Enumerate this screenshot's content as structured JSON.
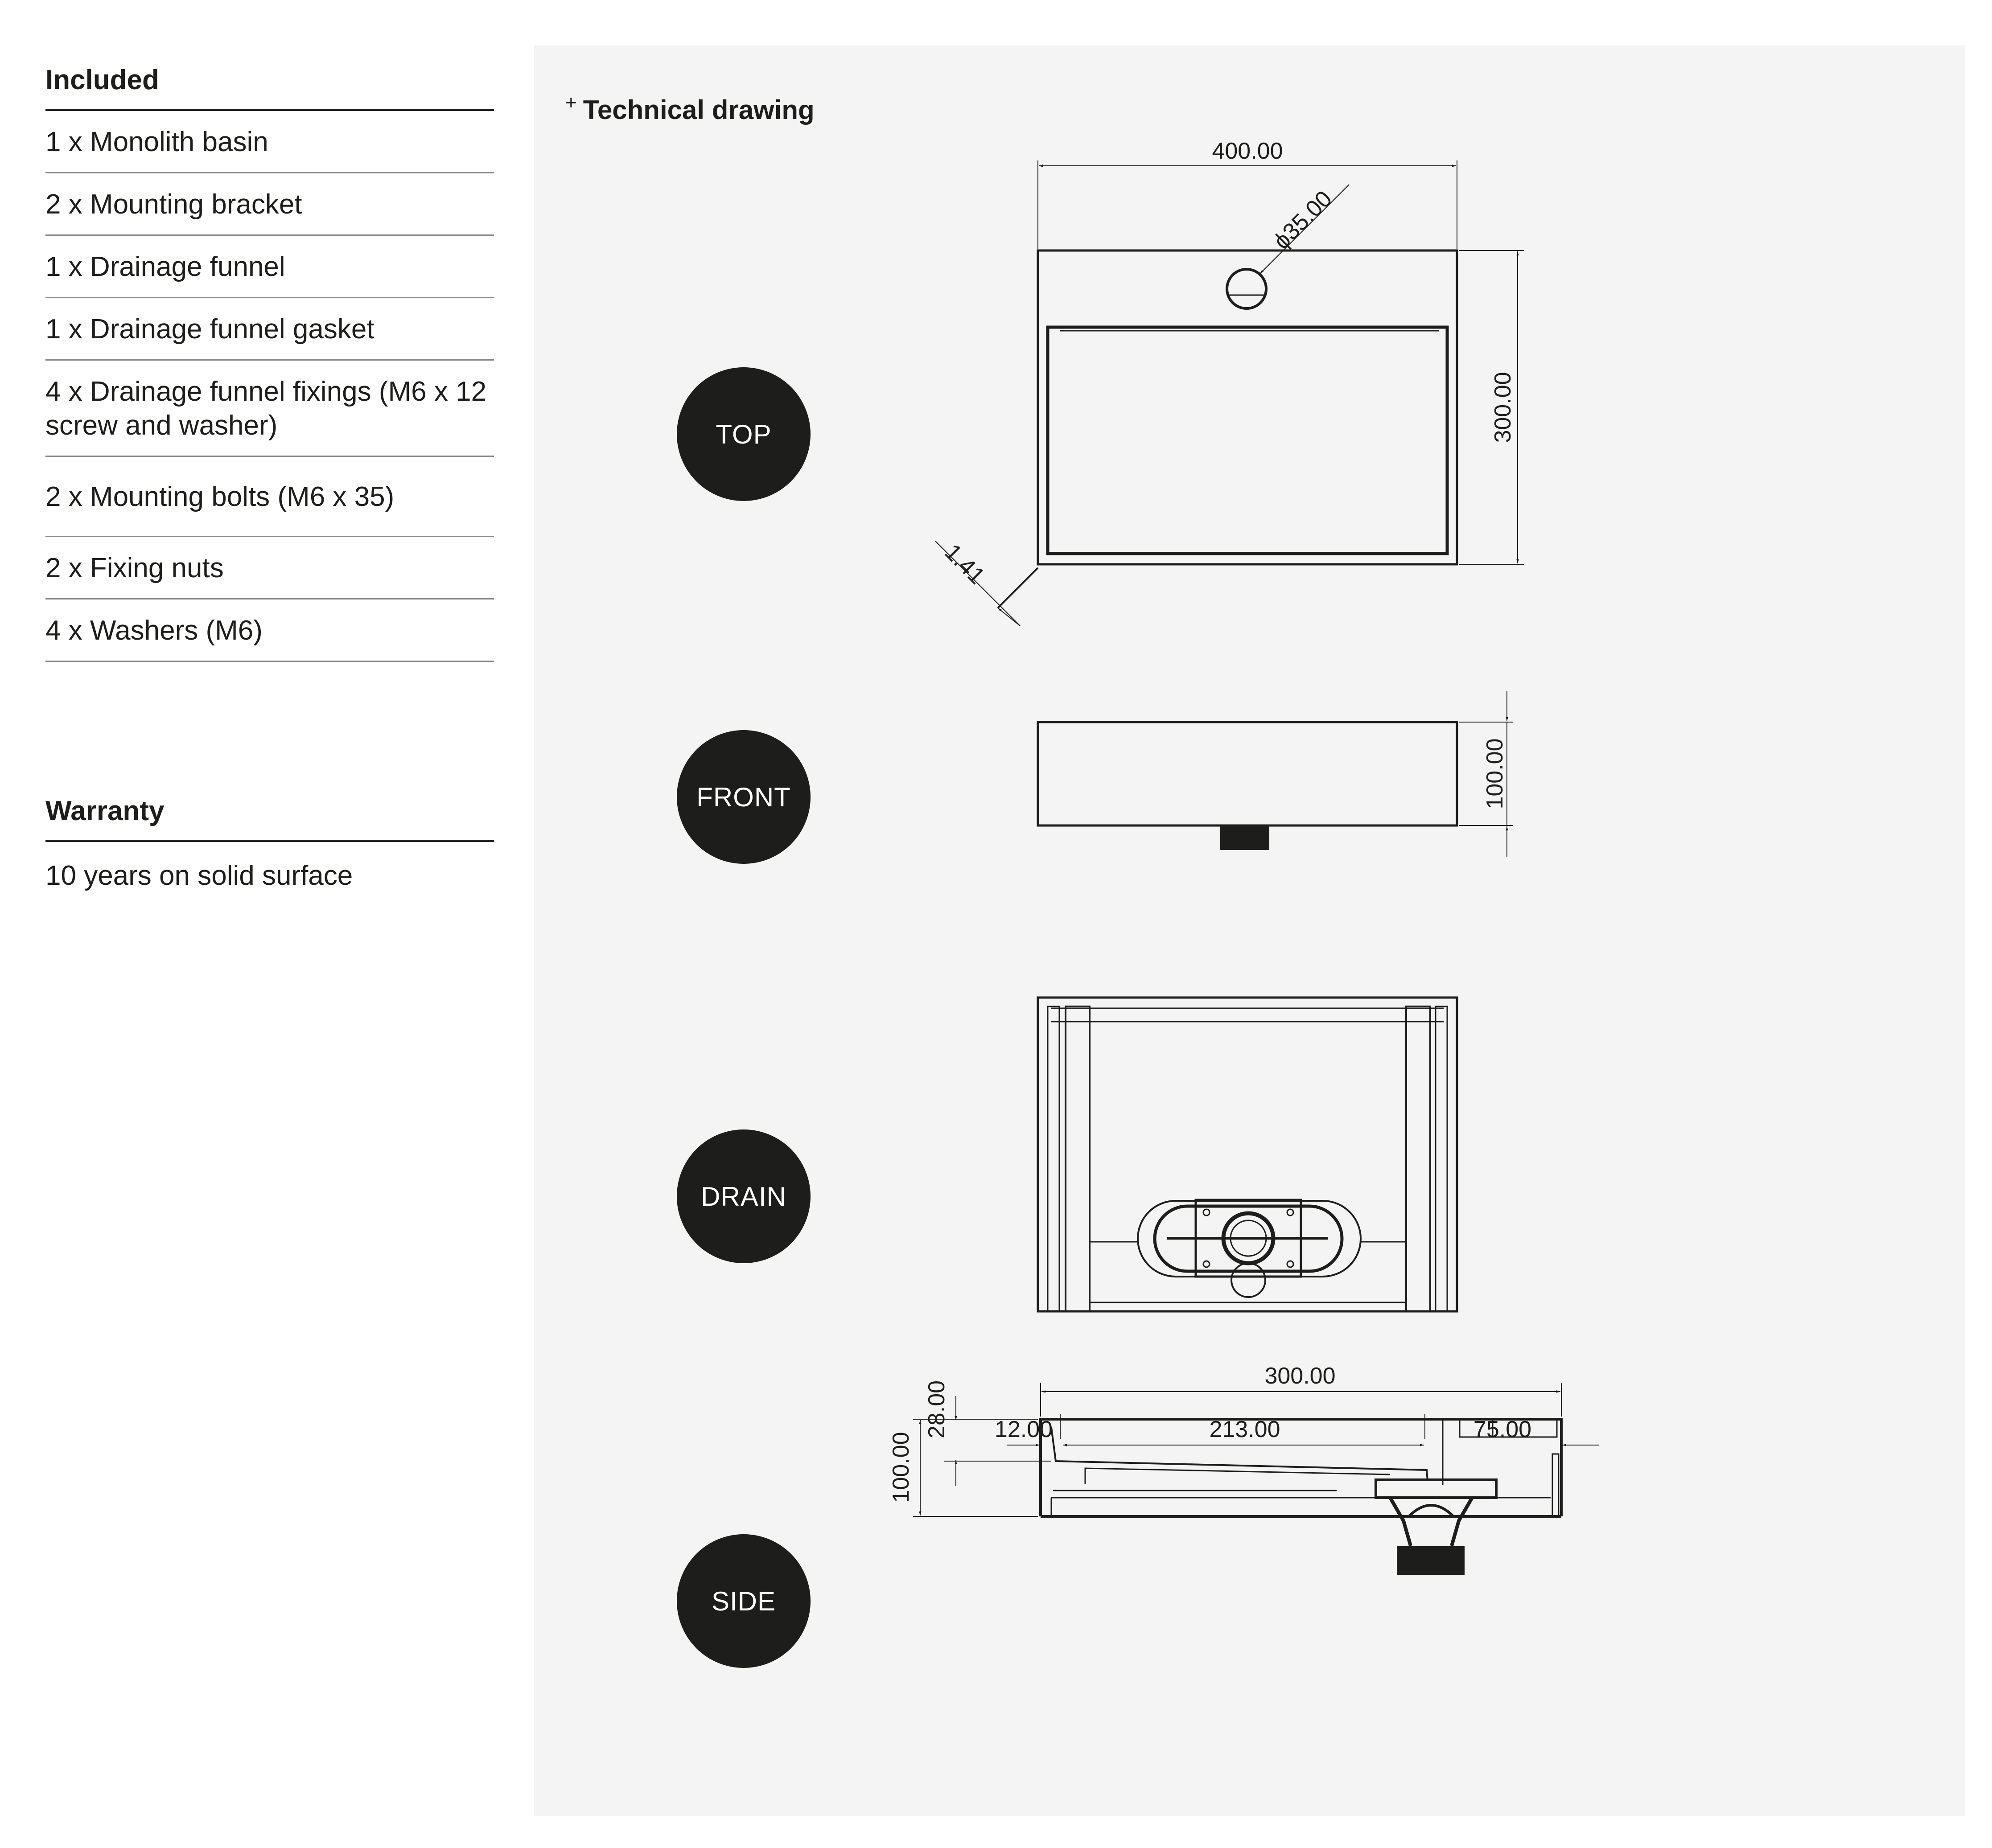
{
  "included": {
    "heading": "Included",
    "items": [
      "1 x Monolith basin",
      "2 x Mounting bracket",
      "1 x Drainage funnel",
      "1 x Drainage funnel gasket",
      "4 x Drainage funnel fixings (M6 x 12 screw and washer)",
      "2 x Mounting bolts (M6 x 35)",
      "2 x Fixing nuts",
      "4 x Washers (M6)"
    ]
  },
  "warranty": {
    "heading": "Warranty",
    "text": "10 years on solid surface"
  },
  "drawing": {
    "plus": "+",
    "title": "Technical drawing",
    "views": [
      "TOP",
      "FRONT",
      "DRAIN",
      "SIDE"
    ],
    "top_dims": {
      "width": "400.00",
      "hole": "ϕ35.00",
      "depth": "300.00",
      "lip": "1.41"
    },
    "front_dims": {
      "height": "100.00"
    },
    "side_dims": {
      "total": "300.00",
      "a": "12.00",
      "b": "213.00",
      "c": "75.00",
      "top": "28.00",
      "height": "100.00"
    }
  }
}
